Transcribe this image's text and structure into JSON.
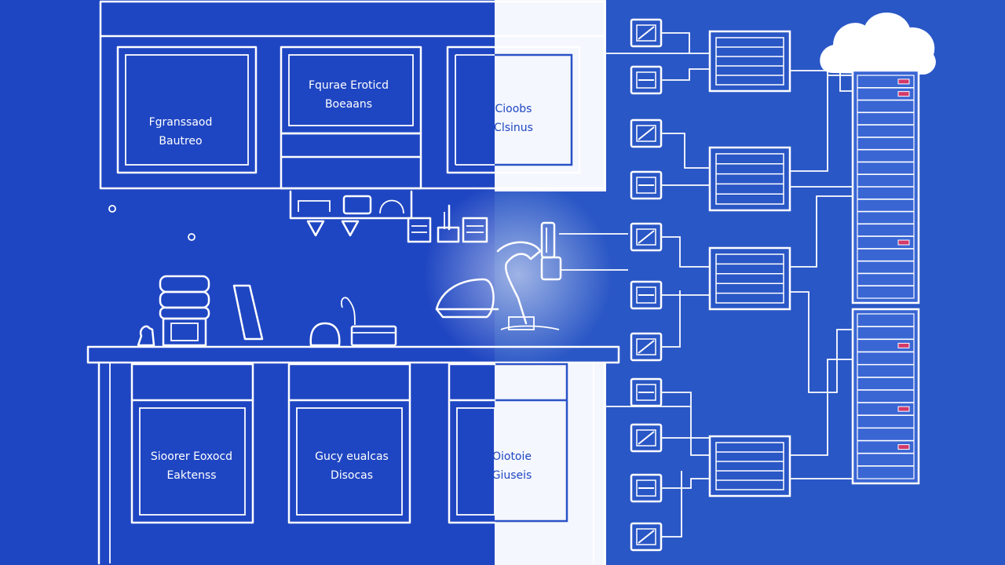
{
  "diagram": {
    "colors": {
      "background": "#1f46c2",
      "panel_light": "#f4f7fd",
      "server_light": "#3a66d4",
      "line": "#ffffff",
      "accent_led": "#d23a6a"
    },
    "labels": {
      "upper_cabinet_left": [
        "Fgranssaod",
        "Bautreo"
      ],
      "upper_cabinet_mid": [
        "Fqurae Eroticd",
        "Boeaans"
      ],
      "upper_cabinet_right": [
        "Cioobs",
        "Clsinus"
      ],
      "lower_cabinet_left": [
        "Sioorer Eoxocd",
        "Eaktenss"
      ],
      "lower_cabinet_mid": [
        "Gucy eualcas",
        "Disocas"
      ],
      "lower_cabinet_right": [
        "Oiotoie",
        "Giuseis"
      ]
    },
    "icons": [
      "cloud-icon",
      "server-rack-icon",
      "network-switch-icon",
      "device-icon",
      "water-cooler-icon",
      "kettle-icon",
      "faucet-icon",
      "storage-box-icon",
      "utensils-icon",
      "glass-icon"
    ]
  }
}
